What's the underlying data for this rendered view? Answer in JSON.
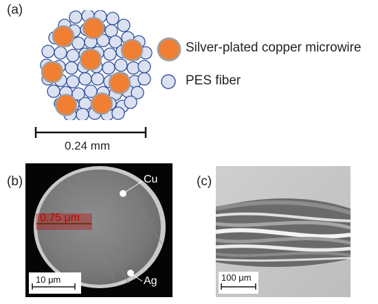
{
  "panels": {
    "a": {
      "label": "(a)"
    },
    "b": {
      "label": "(b)"
    },
    "c": {
      "label": "(c)"
    }
  },
  "legend": {
    "copper": {
      "label": "Silver-plated copper microwire",
      "color": "#f07f33"
    },
    "pes": {
      "label": "PES fiber",
      "color": "#dbe1f0"
    }
  },
  "scale_a": {
    "label": "0.24 mm"
  },
  "sem_b": {
    "cu_label": "Cu",
    "ag_label": "Ag",
    "measure_label": "0.75 μm",
    "scale_label": "10 μm"
  },
  "sem_c": {
    "scale_label": "100 μm"
  },
  "colors": {
    "fiber_stroke": "#2f4f9c",
    "copper_stroke": "#a0a0a0",
    "measure_color": "#c00000"
  }
}
